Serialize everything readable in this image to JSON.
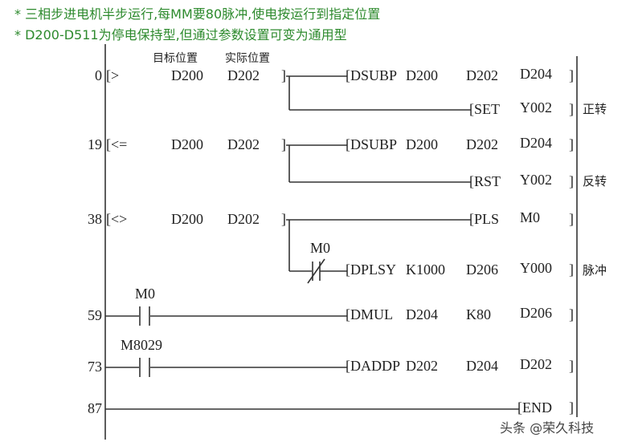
{
  "comments": [
    "* 三相步进电机半步运行,每MM要80脉冲,使电按运行到指定位置",
    "* D200-D511为停电保持型,但通过参数设置可变为通用型"
  ],
  "headers": {
    "target": "目标位置",
    "actual": "实际位置"
  },
  "rungs": [
    {
      "step": "0",
      "cond": "[>",
      "a": "D200",
      "b": "D202",
      "close": "]"
    },
    {
      "step": "19",
      "cond": "[<=",
      "a": "D200",
      "b": "D202",
      "close": "]"
    },
    {
      "step": "38",
      "cond": "[<>",
      "a": "D200",
      "b": "D202",
      "close": "]"
    },
    {
      "step": "59",
      "contact": "M0"
    },
    {
      "step": "73",
      "contact": "M8029"
    },
    {
      "step": "87"
    }
  ],
  "instructions": [
    {
      "op": "[DSUBP",
      "a": "D200",
      "b": "D202",
      "c": "D204",
      "close": "]"
    },
    {
      "op": "[SET",
      "a": "Y002",
      "close": "]",
      "note": "正转"
    },
    {
      "op": "[DSUBP",
      "a": "D200",
      "b": "D202",
      "c": "D204",
      "close": "]"
    },
    {
      "op": "[RST",
      "a": "Y002",
      "close": "]",
      "note": "反转"
    },
    {
      "op": "[PLS",
      "a": "M0",
      "close": "]"
    },
    {
      "op": "[DPLSY",
      "a": "K1000",
      "b": "D206",
      "c": "Y000",
      "close": "]",
      "note": "脉冲",
      "contact": "M0"
    },
    {
      "op": "[DMUL",
      "a": "D204",
      "b": "K80",
      "c": "D206",
      "close": "]"
    },
    {
      "op": "[DADDP",
      "a": "D202",
      "b": "D204",
      "c": "D202",
      "close": "]"
    },
    {
      "op": "[END",
      "close": "]"
    }
  ],
  "watermark": "头条 @荣久科技"
}
